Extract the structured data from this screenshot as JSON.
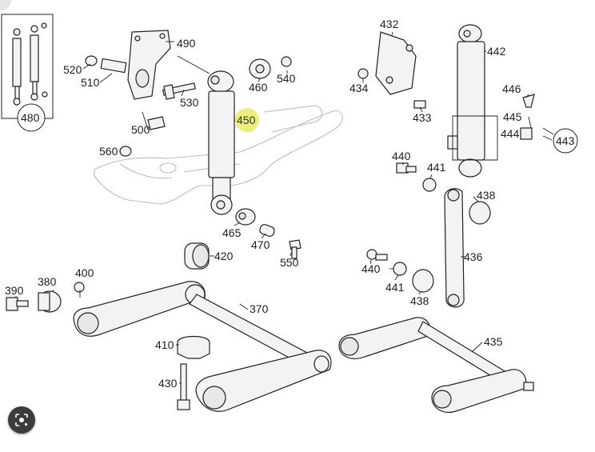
{
  "callouts": {
    "c390": "390",
    "c380": "380",
    "c400": "400",
    "c420": "420",
    "c370": "370",
    "c410": "410",
    "c430": "430",
    "c435": "435",
    "c436": "436",
    "c438a": "438",
    "c438b": "438",
    "c440a": "440",
    "c440b": "440",
    "c441a": "441",
    "c441b": "441",
    "c442": "442",
    "c443": "443",
    "c444": "444",
    "c445": "445",
    "c446": "446",
    "c432": "432",
    "c433": "433",
    "c434": "434",
    "c450": "450",
    "c460": "460",
    "c465": "465",
    "c470": "470",
    "c480": "480",
    "c490": "490",
    "c500": "500",
    "c510": "510",
    "c520": "520",
    "c530": "530",
    "c540": "540",
    "c550": "550",
    "c560": "560"
  },
  "highlight_color": "#ecef7a",
  "icons": {
    "lens": "google-lens-icon"
  }
}
